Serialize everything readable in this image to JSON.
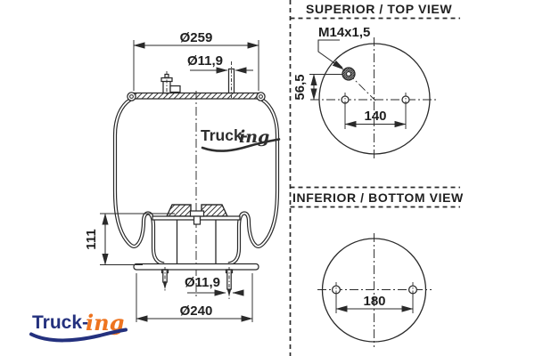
{
  "drawing": {
    "side_view": {
      "dim_plate_diameter": "Ø259",
      "dim_stud_top": "Ø11,9",
      "dim_piston_height": "111",
      "dim_stud_bottom": "Ø11,9",
      "dim_base_diameter": "Ø240"
    },
    "top_view": {
      "title": "SUPERIOR / TOP VIEW",
      "thread_label": "M14x1,5",
      "dim_vertical_offset": "56,5",
      "dim_hole_spacing": "140"
    },
    "bottom_view": {
      "title": "INFERIOR / BOTTOM VIEW",
      "dim_hole_spacing": "180"
    },
    "watermark": {
      "brand_bold": "Truck-",
      "brand_script": "ing"
    },
    "logo": {
      "brand_bold": "Truck-",
      "brand_script": "ing"
    }
  },
  "colors": {
    "line": "#2a2a2a",
    "logo_blue": "#24317e",
    "logo_orange": "#ee7420",
    "watermark": "#2e2e2e",
    "background": "#ffffff"
  }
}
